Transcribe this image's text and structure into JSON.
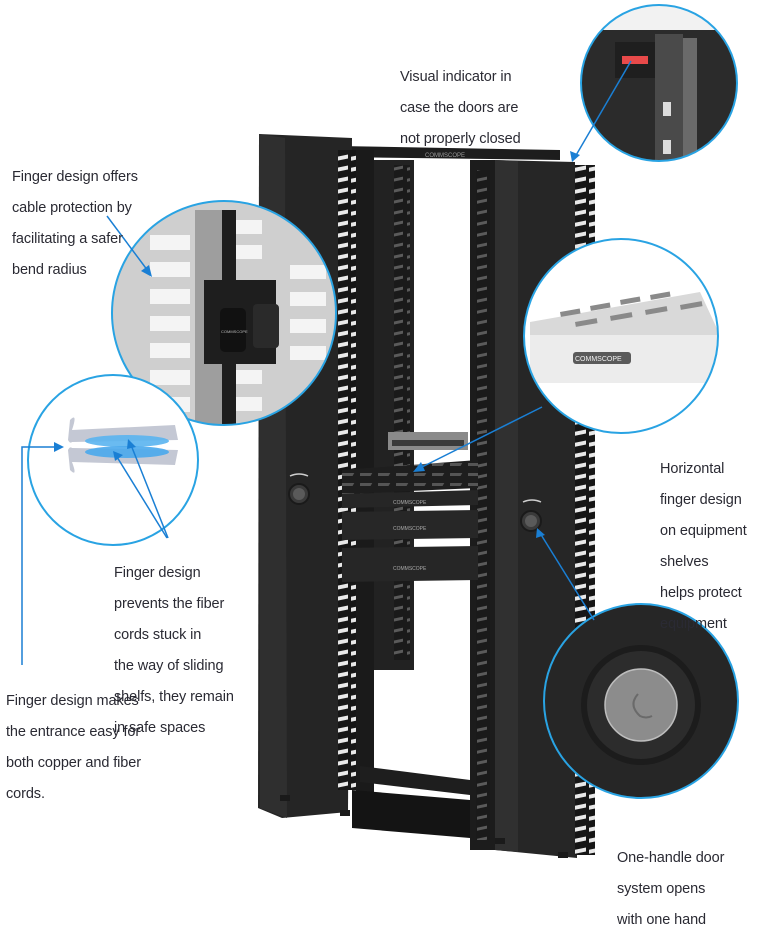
{
  "figure": {
    "subject": "Open-frame network rack with vertical cable managers, horizontal equipment shelves and detail callouts",
    "brand_mark": "COMMSCOPE",
    "accent_color": "#1a7fd4",
    "circle_stroke_color": "#29a3e3",
    "indicator_color": "#e84a4a"
  },
  "callouts": [
    {
      "id": "visual-indicator",
      "lines": [
        "Visual indicator in",
        "case the doors are",
        "not properly closed"
      ]
    },
    {
      "id": "finger-cable-protection",
      "lines": [
        "Finger design offers",
        "cable protection by",
        "facilitating a safer",
        "bend radius"
      ]
    },
    {
      "id": "finger-sliding-shelves",
      "lines": [
        "Finger design",
        "prevents the fiber",
        "cords stuck in",
        "the way of sliding",
        "shelfs, they remain",
        "in safe spaces"
      ]
    },
    {
      "id": "finger-entrance",
      "lines": [
        "Finger design makes",
        "the entrance easy for",
        "both copper and fiber",
        "cords."
      ]
    },
    {
      "id": "horizontal-finger",
      "lines": [
        "Horizontal",
        "finger design",
        "on equipment",
        "shelves",
        "helps protect",
        "equipment"
      ]
    },
    {
      "id": "one-handle-door",
      "lines": [
        "One-handle door",
        "system opens",
        "with one hand"
      ]
    }
  ],
  "detail_circles": [
    {
      "id": "indicator-detail",
      "depicts": "door status light"
    },
    {
      "id": "finger-detail",
      "depicts": "vertical cable fingers with bracket"
    },
    {
      "id": "fiber-finger-detail",
      "depicts": "finger with fiber cords"
    },
    {
      "id": "shelf-detail",
      "depicts": "horizontal shelf fingers"
    },
    {
      "id": "handle-detail",
      "depicts": "door handle"
    }
  ]
}
